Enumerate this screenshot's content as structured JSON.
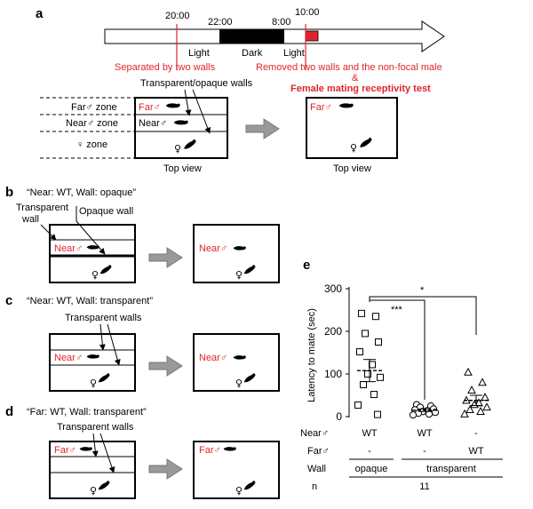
{
  "panel_a": {
    "letter": "a",
    "timeline": {
      "t1": "20:00",
      "t2": "22:00",
      "t3": "8:00",
      "t4": "10:00",
      "light1": "Light",
      "dark": "Dark",
      "light2": "Light"
    },
    "separated": "Separated by two walls",
    "removed": "Removed two walls and the non-focal male",
    "amp": "&",
    "test": "Female mating receptivity test",
    "walls": "Transparent/opaque walls",
    "far_zone": "Far♂ zone",
    "near_zone": "Near♂ zone",
    "female_zone": "♀ zone",
    "far": "Far♂",
    "near": "Near♂",
    "top_view": "Top view"
  },
  "panel_b": {
    "letter": "b",
    "title": "“Near: WT, Wall: opaque”",
    "transparent_wall_1": "Transparent",
    "transparent_wall_2": "wall",
    "opaque_wall": "Opaque wall",
    "male": "Near♂"
  },
  "panel_c": {
    "letter": "c",
    "title": "“Near: WT, Wall: transparent”",
    "walls": "Transparent walls",
    "male": "Near♂"
  },
  "panel_d": {
    "letter": "d",
    "title": "“Far:  WT, Wall: transparent”",
    "walls": "Transparent walls",
    "male": "Far♂"
  },
  "female_symbol": "♀",
  "colors": {
    "red": "#e0242b",
    "arrow_gray": "#999999",
    "dark": "#000000"
  },
  "panel_e": {
    "letter": "e",
    "row_labels": [
      "Near♂",
      "Far♂",
      "Wall",
      "n"
    ],
    "rows": {
      "near": [
        "WT",
        "WT",
        "-"
      ],
      "far": [
        "-",
        "-",
        "WT"
      ],
      "wall": [
        "opaque",
        "transparent"
      ],
      "n": "11"
    },
    "sig": [
      "***",
      "*"
    ]
  },
  "chart_data": {
    "type": "scatter",
    "ylabel": "Latency to mate (sec)",
    "yticks": [
      0,
      100,
      200,
      300
    ],
    "ylim": [
      0,
      300
    ],
    "groups": [
      {
        "marker": "square",
        "mean": 108,
        "sem": 26,
        "values": [
          242,
          235,
          195,
          175,
          152,
          122,
          100,
          92,
          75,
          52,
          27,
          5
        ]
      },
      {
        "marker": "circle",
        "mean": 15,
        "sem": 3,
        "values": [
          28,
          25,
          22,
          18,
          16,
          14,
          12,
          10,
          8,
          6,
          4
        ]
      },
      {
        "marker": "triangle",
        "mean": 38,
        "sem": 12,
        "values": [
          104,
          80,
          62,
          45,
          38,
          32,
          28,
          22,
          16,
          12,
          6
        ]
      }
    ]
  }
}
